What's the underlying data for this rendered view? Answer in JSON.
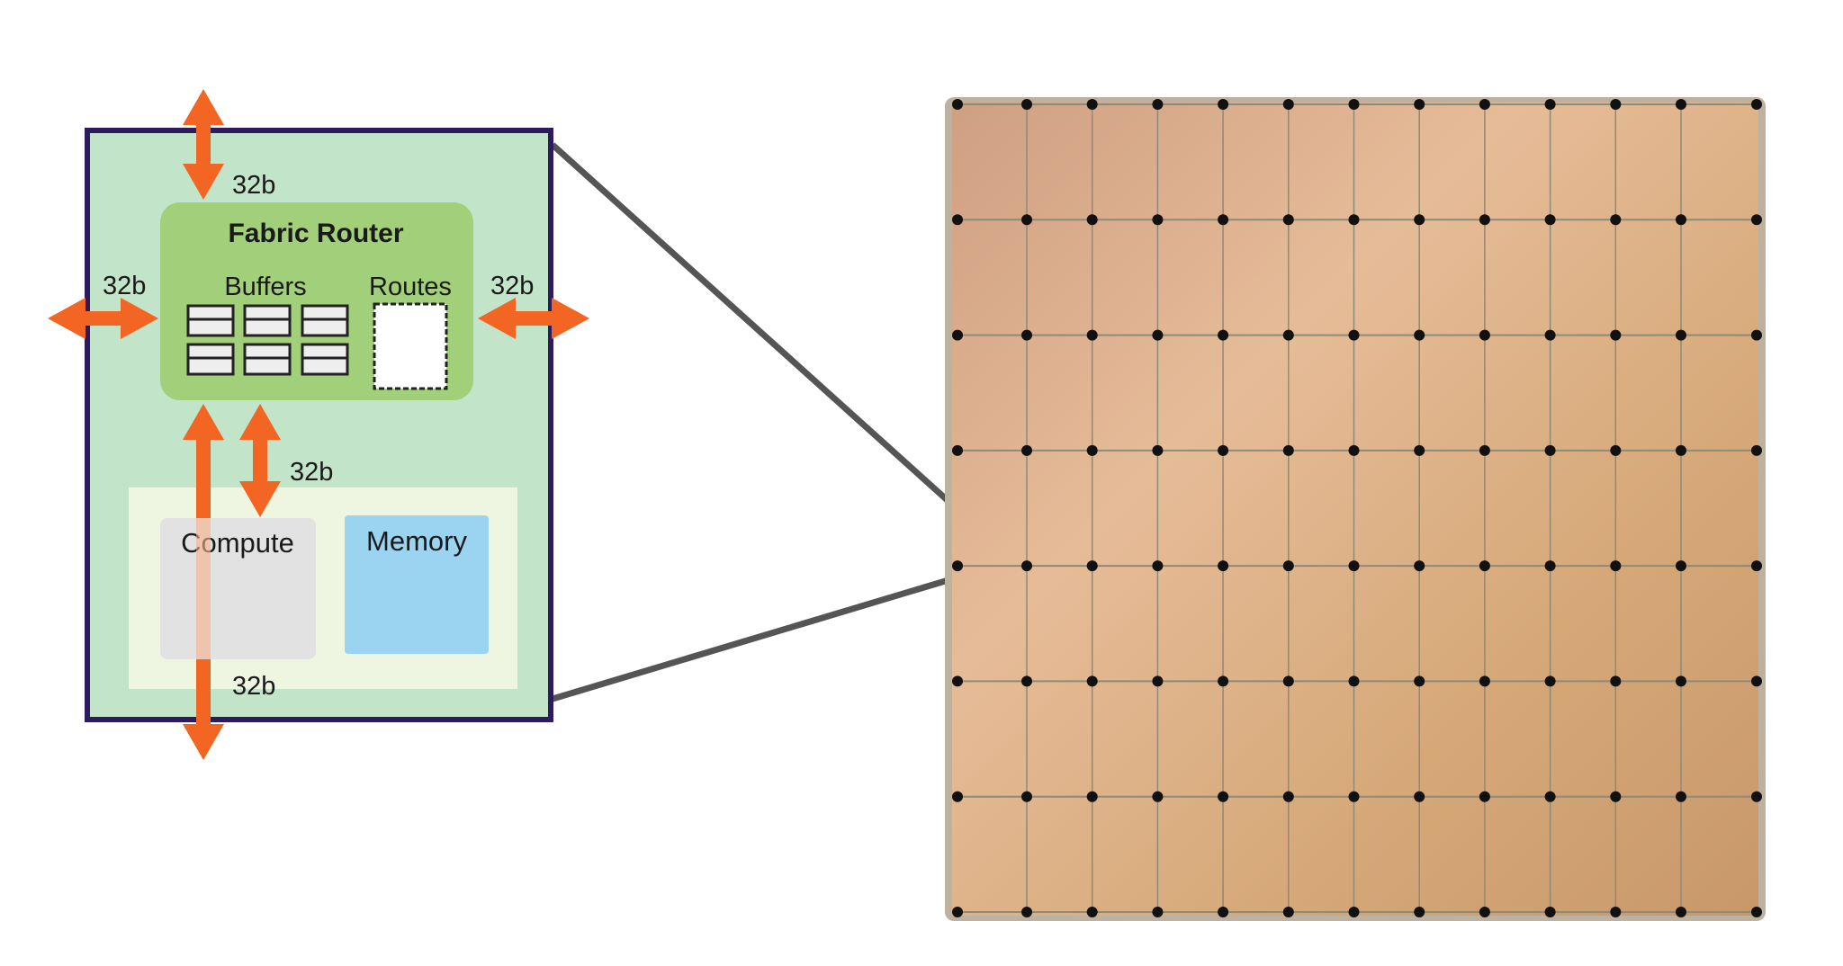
{
  "diagram": {
    "router_title": "Fabric Router",
    "buffers_label": "Buffers",
    "routes_label": "Routes",
    "compute_label": "Compute",
    "memory_label": "Memory",
    "link_labels": {
      "top": "32b",
      "left": "32b",
      "right": "32b",
      "compute": "32b",
      "bottom": "32b"
    }
  },
  "wafer": {
    "grid_rows": 8,
    "grid_columns": 13
  },
  "colors": {
    "tile_border": "#2d1b5e",
    "tile_fill": "#c2e4c8",
    "router_fill": "#a2d07a",
    "arrow": "#f26522",
    "memory": "#9ad4f0",
    "compute": "#e2e2e2",
    "wafer": "#d8a980",
    "connector": "#555555"
  }
}
